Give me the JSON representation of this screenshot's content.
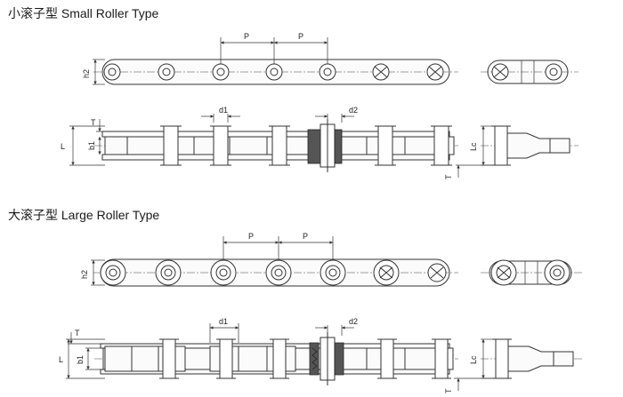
{
  "sections": {
    "small": {
      "title": "小滚子型 Small Roller Type"
    },
    "large": {
      "title": "大滚子型 Large Roller Type"
    }
  },
  "labels": {
    "pitch": "P",
    "h2": "h2",
    "T": "T",
    "b1": "b1",
    "L": "L",
    "d1": "d1",
    "d2": "d2",
    "Lc": "Lc"
  }
}
